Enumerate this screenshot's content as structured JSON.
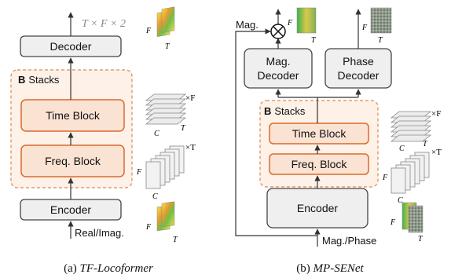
{
  "left": {
    "output_dims": "T × F × 2",
    "decoder": "Decoder",
    "stacks_prefix": "B",
    "stacks_label": "Stacks",
    "time_block": "Time Block",
    "freq_block": "Freq. Block",
    "encoder": "Encoder",
    "input_label": "Real/Imag.",
    "caption_prefix": "(a) ",
    "caption_name": "TF-Locoformer"
  },
  "right": {
    "mag_label": "Mag.",
    "mag_decoder_l1": "Mag.",
    "mag_decoder_l2": "Decoder",
    "phase_decoder_l1": "Phase",
    "phase_decoder_l2": "Decoder",
    "stacks_prefix": "B",
    "stacks_label": "Stacks",
    "time_block": "Time Block",
    "freq_block": "Freq. Block",
    "encoder": "Encoder",
    "input_label": "Mag./Phase",
    "caption_prefix": "(b) ",
    "caption_name": "MP-SENet"
  },
  "axes": {
    "F": "F",
    "T": "T",
    "C": "C",
    "times_F": "×F",
    "times_T": "×T"
  },
  "colors": {
    "block_fill": "#fbe3d4",
    "block_stroke": "#d96a2b",
    "stack_bg": "#fdf1e8",
    "stack_stroke": "#d98b55",
    "grey_fill": "#efefef",
    "grey_stroke": "#444444"
  }
}
